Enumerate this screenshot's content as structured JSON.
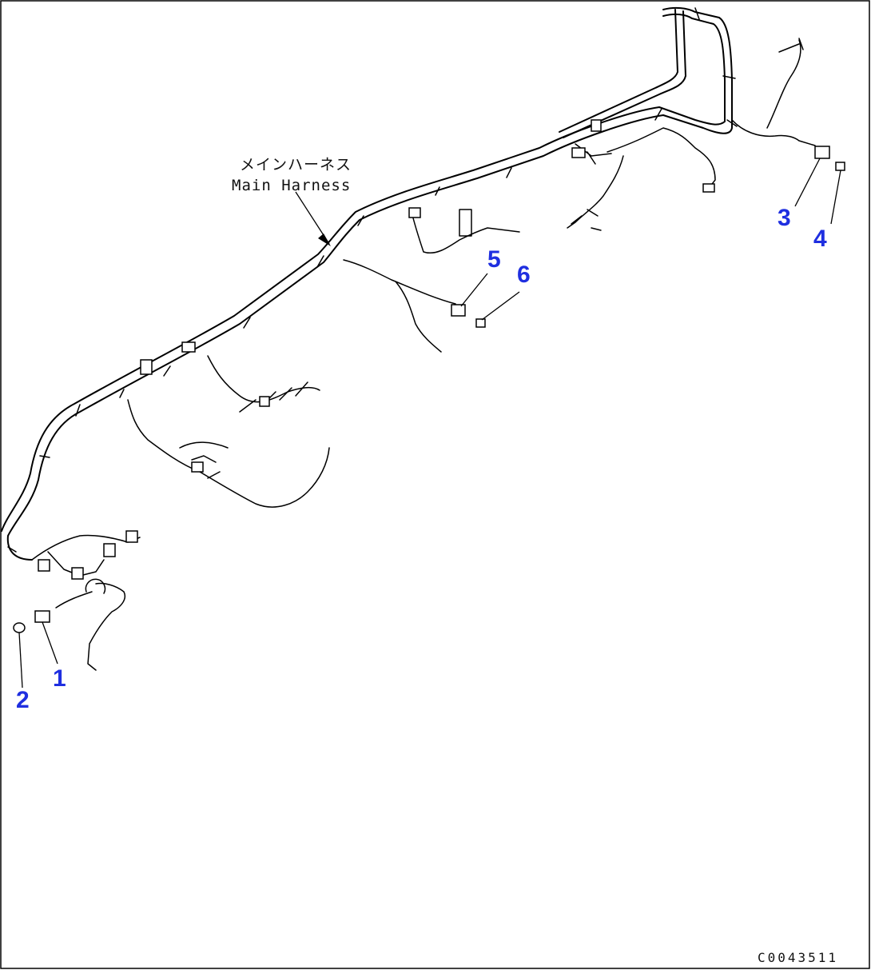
{
  "harness_label": {
    "japanese": "メインハーネス",
    "english": "Main Harness"
  },
  "callouts": [
    {
      "id": "1",
      "label": "1"
    },
    {
      "id": "2",
      "label": "2"
    },
    {
      "id": "3",
      "label": "3"
    },
    {
      "id": "4",
      "label": "4"
    },
    {
      "id": "5",
      "label": "5"
    },
    {
      "id": "6",
      "label": "6"
    }
  ],
  "drawing_code": "C0043511",
  "colors": {
    "callout": "#1f2fe0",
    "line": "#000000",
    "background": "#ffffff"
  }
}
